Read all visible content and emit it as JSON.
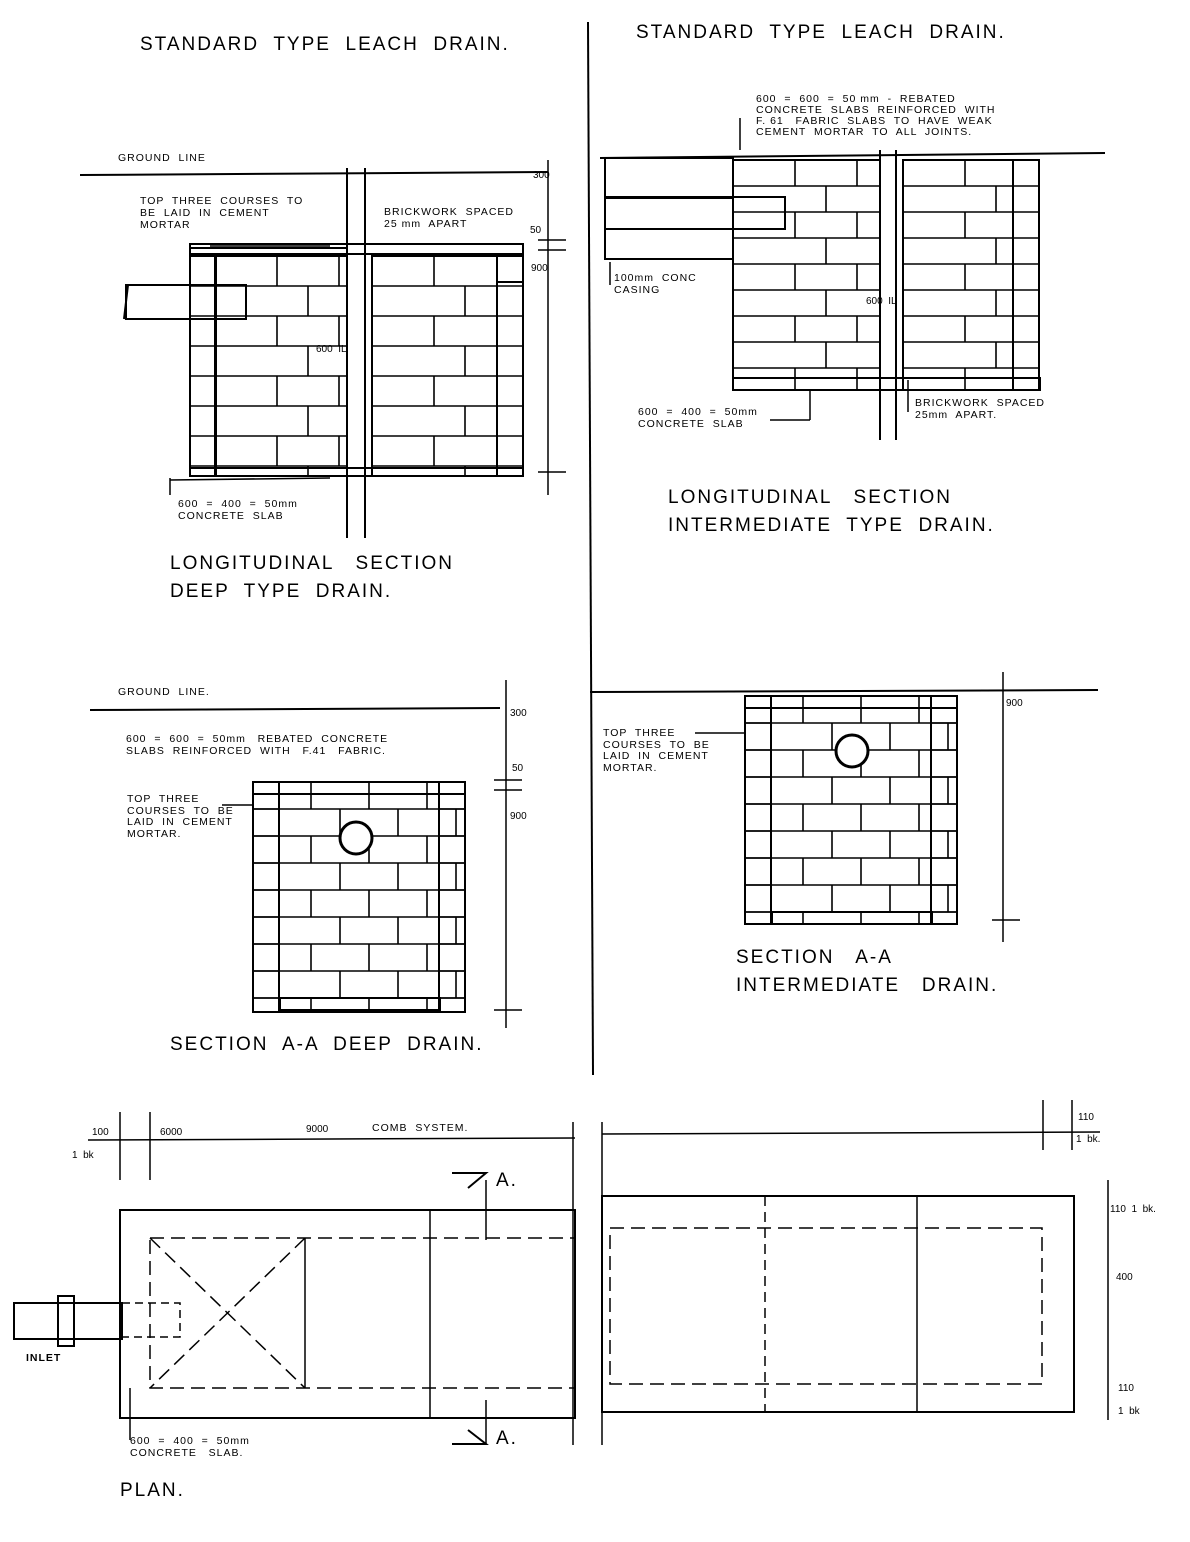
{
  "headings": {
    "left_top": "STANDARD  TYPE  LEACH  DRAIN.",
    "right_top": "STANDARD  TYPE  LEACH  DRAIN."
  },
  "deep_long": {
    "ground_line": "GROUND  LINE",
    "top_courses": "TOP  THREE  COURSES  TO\nBE  LAID  IN  CEMENT\nMORTAR",
    "brickwork": "BRICKWORK  SPACED\n25 mm  APART",
    "slab": "600  =  400  =  50mm\nCONCRETE  SLAB",
    "il": "600  IL",
    "dim_300": "300",
    "dim_50": "50",
    "dim_900": "900",
    "caption": "LONGITUDINAL   SECTION\nDEEP  TYPE  DRAIN."
  },
  "inter_long": {
    "slabs": "600  =  600  =  50 mm  -  REBATED\nCONCRETE  SLABS  REINFORCED  WITH\nF. 61   FABRIC  SLABS  TO  HAVE  WEAK\nCEMENT  MORTAR  TO  ALL  JOINTS.",
    "casing": "100mm  CONC\nCASING",
    "il": "600  IL",
    "slab": "600  =  400  =  50mm\nCONCRETE  SLAB",
    "brickwork": "BRICKWORK  SPACED\n25mm  APART.",
    "caption": "LONGITUDINAL   SECTION\nINTERMEDIATE  TYPE  DRAIN."
  },
  "deep_section": {
    "ground_line": "GROUND  LINE.",
    "slabs": "600  =  600  =  50mm   REBATED  CONCRETE\nSLABS  REINFORCED  WITH   F.41   FABRIC.",
    "top_courses": "TOP  THREE\nCOURSES  TO  BE\nLAID  IN  CEMENT\nMORTAR.",
    "dim_300": "300",
    "dim_50": "50",
    "dim_900": "900",
    "caption": "SECTION  A-A  DEEP  DRAIN."
  },
  "inter_section": {
    "top_courses": "TOP  THREE\nCOURSES  TO  BE\nLAID  IN  CEMENT\nMORTAR.",
    "dim_900": "900",
    "caption": "SECTION   A-A\nINTERMEDIATE   DRAIN."
  },
  "plan": {
    "dim_100": "100",
    "dim_1bk_left": "1  bk",
    "dim_6000": "6000",
    "dim_9000": "9000",
    "comb": "COMB  SYSTEM.",
    "dim_110_top": "110",
    "dim_1bk_top": "1  bk.",
    "dim_110_1bk": "110  1  bk.",
    "dim_400": "400",
    "dim_110_bot": "110",
    "dim_1bk_bot": "1  bk",
    "marker_a_top": "A.",
    "marker_a_bot": "A.",
    "inlet": "INLET",
    "slab": "600  =  400  =  50mm\nCONCRETE   SLAB.",
    "caption": "PLAN."
  }
}
